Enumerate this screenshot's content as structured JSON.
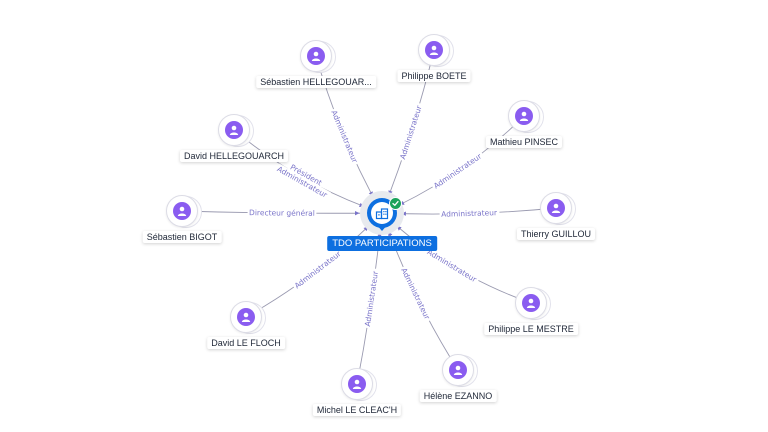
{
  "company": {
    "name": "TDO PARTICIPATIONS",
    "status": "verified",
    "icon": "building-icon",
    "accent_color": "#0d6fe0"
  },
  "colors": {
    "person_avatar": "#8a5cf0",
    "edge_line": "#9a9ab0",
    "edge_label": "#7a74c9",
    "verified_badge": "#1aa35a"
  },
  "people": [
    {
      "id": "sebastien-hellegouarch",
      "name": "Sébastien HELLEGOUAR...",
      "roles": [
        "Administrateur"
      ]
    },
    {
      "id": "philippe-boete",
      "name": "Philippe BOETE",
      "roles": [
        "Administrateur"
      ]
    },
    {
      "id": "mathieu-pinsec",
      "name": "Mathieu PINSEC",
      "roles": [
        "Administrateur"
      ]
    },
    {
      "id": "thierry-guillou",
      "name": "Thierry GUILLOU",
      "roles": [
        "Administrateur"
      ]
    },
    {
      "id": "philippe-le-mestre",
      "name": "Philippe LE MESTRE",
      "roles": [
        "Administrateur"
      ]
    },
    {
      "id": "helene-ezanno",
      "name": "Hélène EZANNO",
      "roles": [
        "Administrateur"
      ]
    },
    {
      "id": "michel-le-cleach",
      "name": "Michel LE CLEAC'H",
      "roles": [
        "Administrateur"
      ]
    },
    {
      "id": "david-le-floch",
      "name": "David LE FLOCH",
      "roles": [
        "Administrateur"
      ]
    },
    {
      "id": "sebastien-bigot",
      "name": "Sébastien BIGOT",
      "roles": [
        "Directeur général"
      ]
    },
    {
      "id": "david-hellegouarch",
      "name": "David HELLEGOUARCH",
      "roles": [
        "Président",
        "Administrateur"
      ]
    }
  ]
}
